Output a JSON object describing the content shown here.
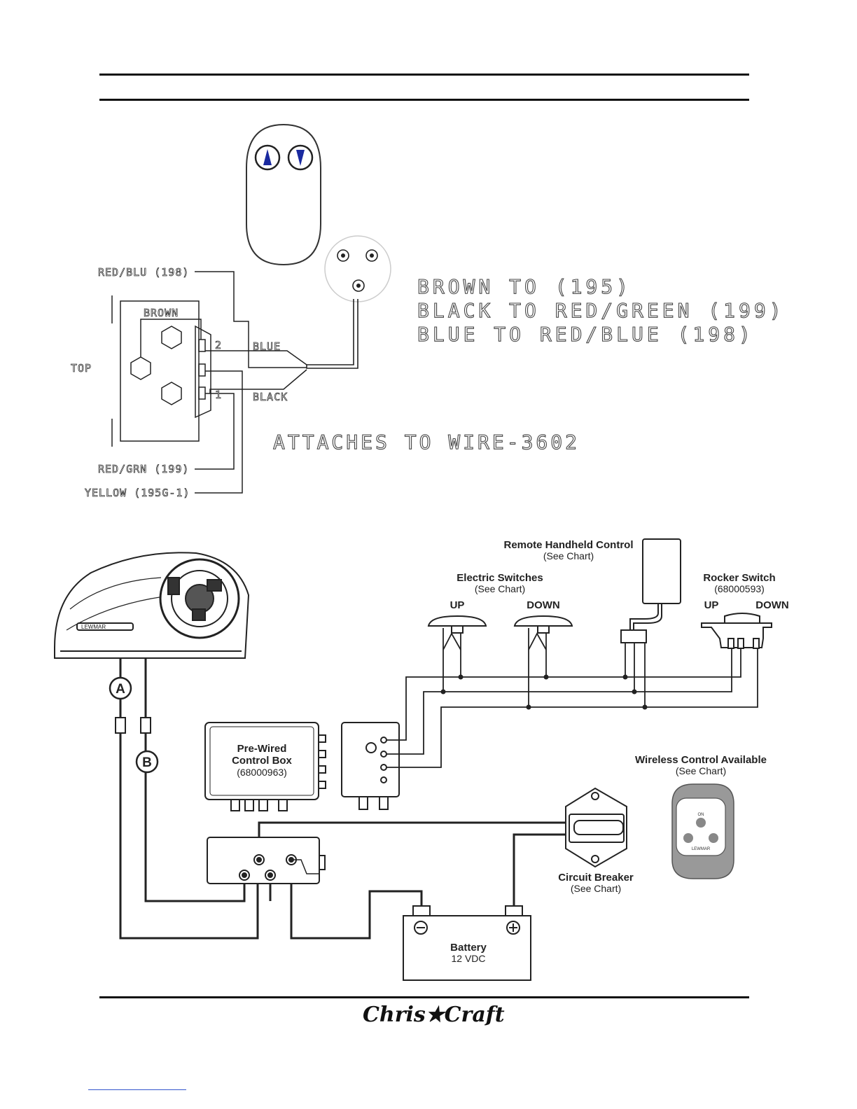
{
  "wiring_top": {
    "wire_labels": {
      "red_blu": "RED/BLU (198)",
      "brown": "BROWN",
      "top": "TOP",
      "blue": "BLUE",
      "black": "BLACK",
      "red_grn": "RED/GRN (199)",
      "yellow": "YELLOW (195G-1)",
      "pin_2": "2",
      "pin_1": "1"
    },
    "instructions": [
      "BROWN TO (195)",
      "BLACK TO RED/GREEN (199)",
      "BLUE TO RED/BLUE (198)"
    ],
    "attaches": "ATTACHES TO WIRE-3602"
  },
  "wiring_bottom": {
    "remote": {
      "title": "Remote Handheld Control",
      "sub": "(See Chart)"
    },
    "electric_switches": {
      "title": "Electric Switches",
      "sub": "(See Chart)",
      "up": "UP",
      "down": "DOWN"
    },
    "rocker": {
      "title": "Rocker Switch",
      "sub": "(68000593)",
      "up": "UP",
      "down": "DOWN"
    },
    "control_box": {
      "line1": "Pre-Wired",
      "line2": "Control Box",
      "line3": "(68000963)"
    },
    "wireless": {
      "title": "Wireless Control Available",
      "sub": "(See Chart)",
      "on": "ON",
      "brand": "LEWMAR"
    },
    "breaker": {
      "title": "Circuit Breaker",
      "sub": "(See Chart)"
    },
    "battery": {
      "title": "Battery",
      "sub": "12 VDC"
    },
    "cable_a": "A",
    "cable_b": "B",
    "windlass_brand": "LEWMAR"
  },
  "footer": {
    "logo_text": "Chris★Craft"
  }
}
